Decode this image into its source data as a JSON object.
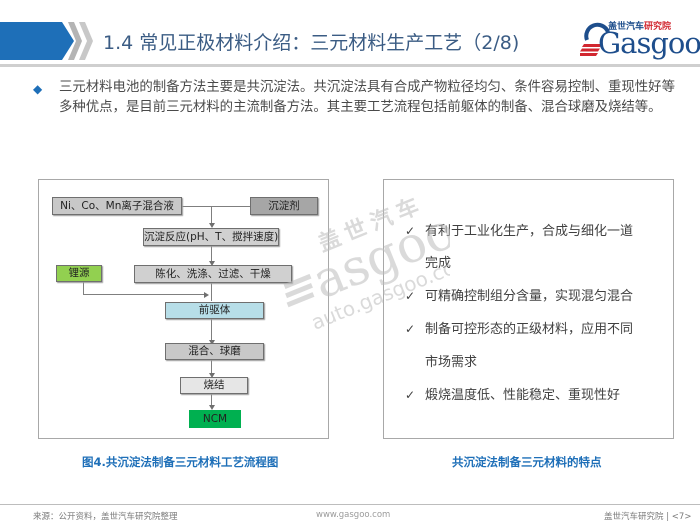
{
  "header": {
    "title": "1.4 常见正极材料介绍：三元材料生产工艺（2/8)",
    "accent_color": "#1e6fb8",
    "logo": {
      "cn_part1": "盖世汽车",
      "cn_part2": "研究院",
      "en": "Gasgoo"
    }
  },
  "body": {
    "bullet_icon": "◆",
    "paragraph": "三元材料电池的制备方法主要是共沉淀法。共沉淀法具有合成产物粒径均匀、条件容易控制、重现性好等多种优点，是目前三元材料的主流制备方法。其主要工艺流程包括前躯体的制备、混合球磨及烧结等。"
  },
  "flowchart": {
    "nodes": {
      "mix_solution": "Ni、Co、Mn离子混合液",
      "precipitant": "沉淀剂",
      "reaction": "沉淀反应(pH、T、搅拌速度)",
      "aging": "陈化、洗涤、过滤、干燥",
      "lithium": "锂源",
      "precursor": "前驱体",
      "mixing": "混合、球磨",
      "sintering": "烧结",
      "ncm": "NCM"
    },
    "colors": {
      "gray_dark": "#a6a6a6",
      "gray_mid": "#c8c8c8",
      "gray_light": "#d9d9d9",
      "lithium_green": "#92d050",
      "precursor_blue": "#b7dee8",
      "ncm_green": "#00b050"
    },
    "caption": "图4.共沉淀法制备三元材料工艺流程图"
  },
  "features": {
    "check_icon": "✓",
    "items": [
      {
        "line1": "有利于工业化生产，合成与细化一道",
        "line2": "完成"
      },
      {
        "line1": "可精确控制组分含量，实现混匀混合",
        "line2": ""
      },
      {
        "line1": "制备可控形态的正级材料，应用不同",
        "line2": "市场需求"
      },
      {
        "line1": "煅烧温度低、性能稳定、重现性好",
        "line2": ""
      }
    ],
    "caption": "共沉淀法制备三元材料的特点"
  },
  "watermark": {
    "cn": "盖世汽车",
    "en": "Gasgoo",
    "url": "auto.gasgoo.com"
  },
  "footer": {
    "source": "来源：公开资料，盖世汽车研究院整理",
    "url": "www.gasgoo.com",
    "org": "盖世汽车研究院",
    "separator": "|",
    "page": "<7>"
  }
}
